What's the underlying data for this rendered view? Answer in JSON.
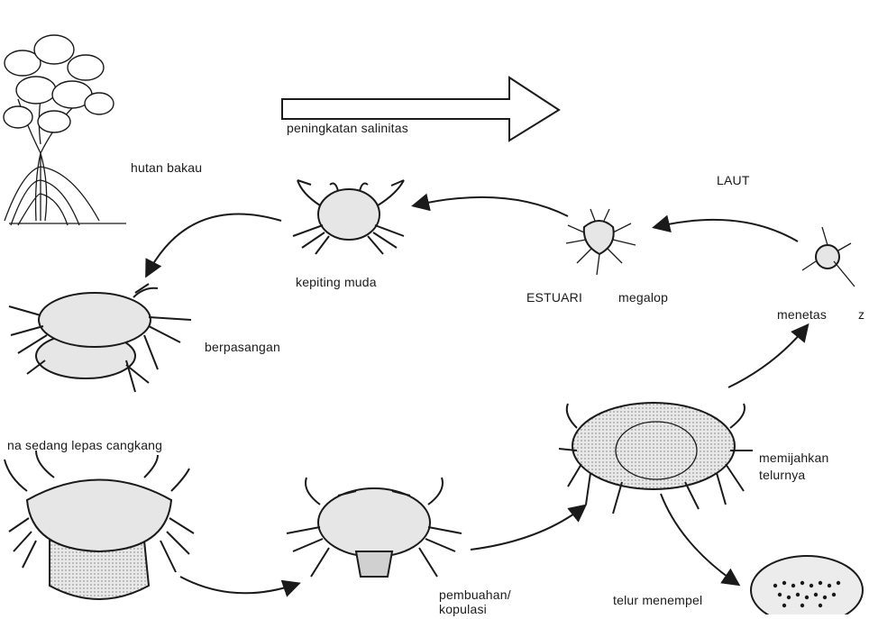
{
  "diagram": {
    "salinity_label": "peningkatan salinitas",
    "labels": {
      "mangrove": "hutan bakau",
      "sea": "LAUT",
      "young_crab": "kepiting muda",
      "estuary": "ESTUARI",
      "megalopa": "megalop",
      "hatching": "menetas",
      "hatching_cut": "z",
      "mating": "berpasangan",
      "molting": "na sedang lepas cangkang",
      "spawning_1": "memijahkan",
      "spawning_2": "telurnya",
      "fertilization_1": "pembuahan/",
      "fertilization_2": "kopulasi",
      "eggs": "telur menempel"
    },
    "colors": {
      "ink": "#1a1a1a",
      "shell_fill": "#e6e6e6",
      "paper": "#ffffff"
    },
    "icons": [
      "mangrove-tree",
      "young-crab",
      "megalopa-larva",
      "zoea-larva",
      "mating-crabs",
      "molting-crab",
      "copulating-crab",
      "spawning-crab",
      "egg-mass"
    ]
  }
}
